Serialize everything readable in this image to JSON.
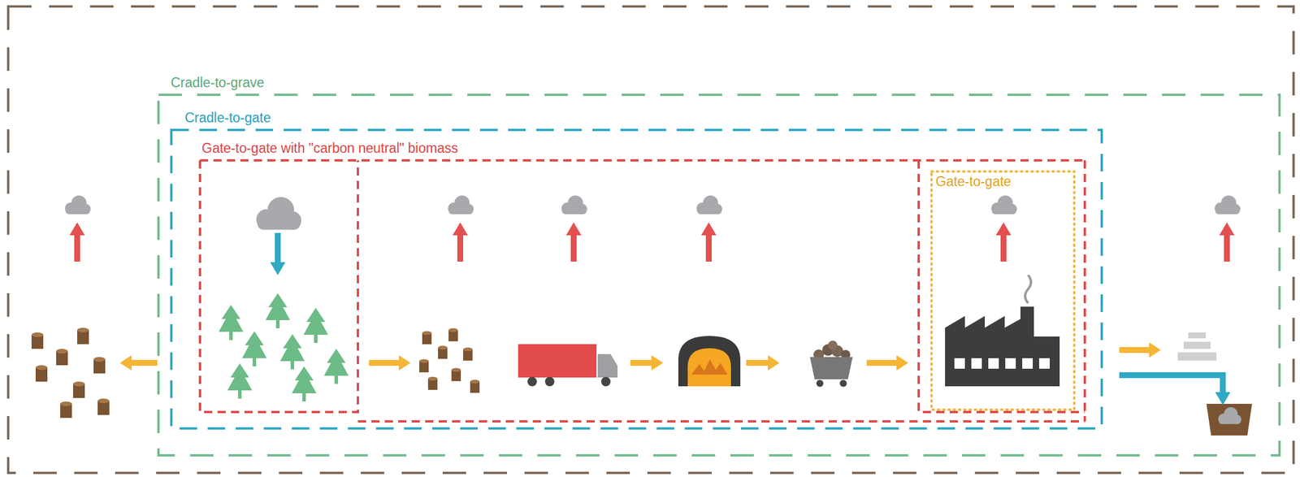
{
  "diagram": {
    "nodes": [
      {
        "text": [
          "Cradle-to-grave"
        ]
      },
      {
        "text": [
          "Cradle-to-gate"
        ],
        "in": 0
      },
      {
        "text": [
          "Gate-to-gate with \"carbon neutral\" biomass"
        ],
        "in": 1
      },
      {
        "text": [
          "Gate-to-gate"
        ],
        "in": 2
      }
    ]
  }
}
